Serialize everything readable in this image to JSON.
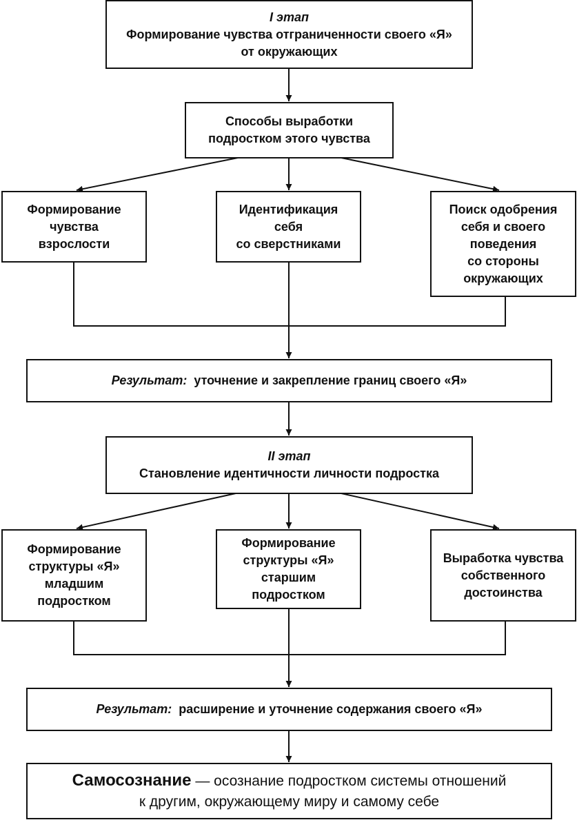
{
  "stage1": {
    "label": "I этап",
    "title_line1": "Формирование чувства отграниченности своего «Я»",
    "title_line2": "от окружающих"
  },
  "methods": {
    "line1": "Способы выработки",
    "line2": "подростком этого чувства"
  },
  "row1": [
    {
      "lines": [
        "Формирование",
        "чувства",
        "взрослости"
      ]
    },
    {
      "lines": [
        "Идентификация",
        "себя",
        "со сверстниками"
      ]
    },
    {
      "lines": [
        "Поиск одобрения",
        "себя и своего",
        "поведения",
        "со стороны",
        "окружающих"
      ]
    }
  ],
  "result1": {
    "label": "Результат:",
    "text": "уточнение и закрепление границ своего «Я»"
  },
  "stage2": {
    "label": "II этап",
    "title": "Становление идентичности личности подростка"
  },
  "row2": [
    {
      "lines": [
        "Формирование",
        "структуры «Я»",
        "младшим",
        "подростком"
      ]
    },
    {
      "lines": [
        "Формирование",
        "структуры «Я»",
        "старшим",
        "подростком"
      ]
    },
    {
      "lines": [
        "Выработка чувства",
        "собственного",
        "достоинства"
      ]
    }
  ],
  "result2": {
    "label": "Результат:",
    "text": "расширение и уточнение содержания своего «Я»"
  },
  "final": {
    "term": "Самосознание",
    "line1_rest": " — осознание подростком системы отношений",
    "line2": "к другим, окружающему миру и самому себе"
  },
  "colors": {
    "ink": "#111111",
    "background": "#ffffff"
  }
}
